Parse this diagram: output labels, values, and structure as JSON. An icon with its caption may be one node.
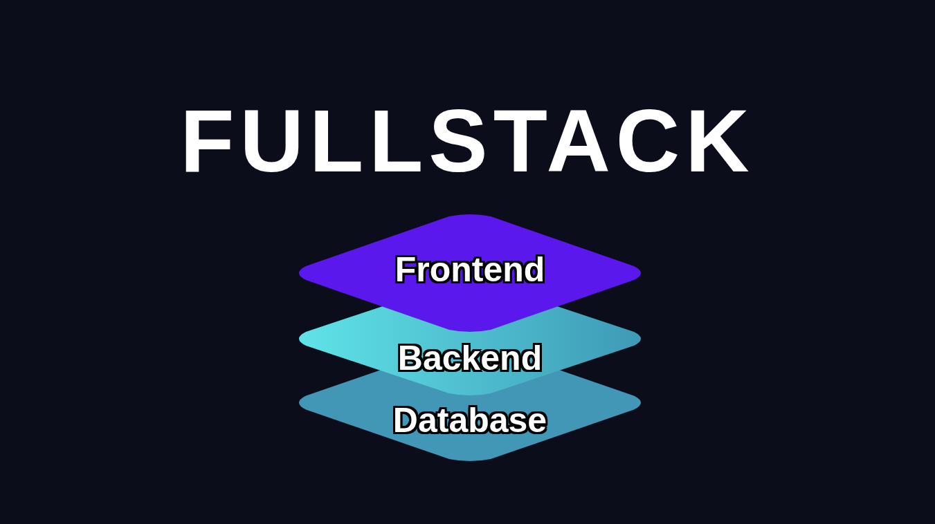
{
  "diagram": {
    "title": "FULLSTACK",
    "nodes": [
      {
        "text": [
          "Frontend"
        ]
      },
      {
        "text": [
          "Backend"
        ]
      },
      {
        "text": [
          "Database"
        ]
      }
    ]
  }
}
